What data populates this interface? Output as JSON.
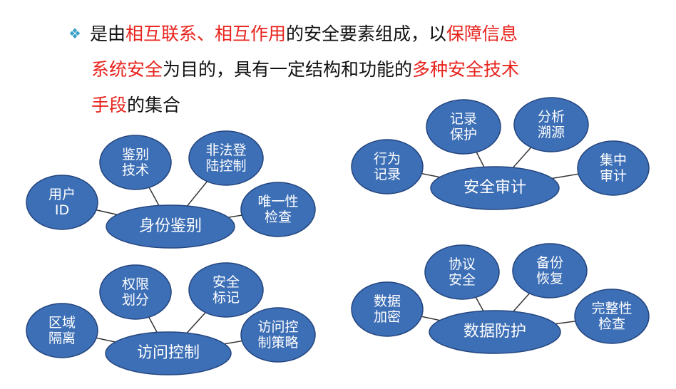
{
  "intro": {
    "bullet_icon": "diamond-bullet-icon",
    "line1": [
      {
        "text": "是由",
        "hl": false
      },
      {
        "text": "相互联系、相互作用",
        "hl": true
      },
      {
        "text": "的安全要素组成，以",
        "hl": false
      },
      {
        "text": "保障信息",
        "hl": true
      }
    ],
    "line2": [
      {
        "text": "系统安全",
        "hl": true
      },
      {
        "text": "为目的，具有一定结构和功能的",
        "hl": false
      },
      {
        "text": "多种安全技术",
        "hl": true
      }
    ],
    "line3": [
      {
        "text": "手段",
        "hl": true
      },
      {
        "text": "的集合",
        "hl": false
      }
    ]
  },
  "colors": {
    "text": "#111111",
    "highlight": "#e8231d",
    "node_fill": "#3d6fb6",
    "node_stroke": "#24457e",
    "connector": "#333333",
    "bullet": "#3aa0c8"
  },
  "clusters": [
    {
      "id": "identity",
      "center": {
        "label": [
          "身份鉴别"
        ]
      },
      "satellites": [
        {
          "label": [
            "用户",
            "ID"
          ]
        },
        {
          "label": [
            "鉴别",
            "技术"
          ]
        },
        {
          "label": [
            "非法登",
            "陆控制"
          ]
        },
        {
          "label": [
            "唯一性",
            "检查"
          ]
        }
      ]
    },
    {
      "id": "audit",
      "center": {
        "label": [
          "安全审计"
        ]
      },
      "satellites": [
        {
          "label": [
            "行为",
            "记录"
          ]
        },
        {
          "label": [
            "记录",
            "保护"
          ]
        },
        {
          "label": [
            "分析",
            "溯源"
          ]
        },
        {
          "label": [
            "集中",
            "审计"
          ]
        }
      ]
    },
    {
      "id": "access",
      "center": {
        "label": [
          "访问控制"
        ]
      },
      "satellites": [
        {
          "label": [
            "区域",
            "隔离"
          ]
        },
        {
          "label": [
            "权限",
            "划分"
          ]
        },
        {
          "label": [
            "安全",
            "标记"
          ]
        },
        {
          "label": [
            "访问控",
            "制策略"
          ]
        }
      ]
    },
    {
      "id": "protection",
      "center": {
        "label": [
          "数据防护"
        ]
      },
      "satellites": [
        {
          "label": [
            "数据",
            "加密"
          ]
        },
        {
          "label": [
            "协议",
            "安全"
          ]
        },
        {
          "label": [
            "备份",
            "恢复"
          ]
        },
        {
          "label": [
            "完整性",
            "检查"
          ]
        }
      ]
    }
  ]
}
